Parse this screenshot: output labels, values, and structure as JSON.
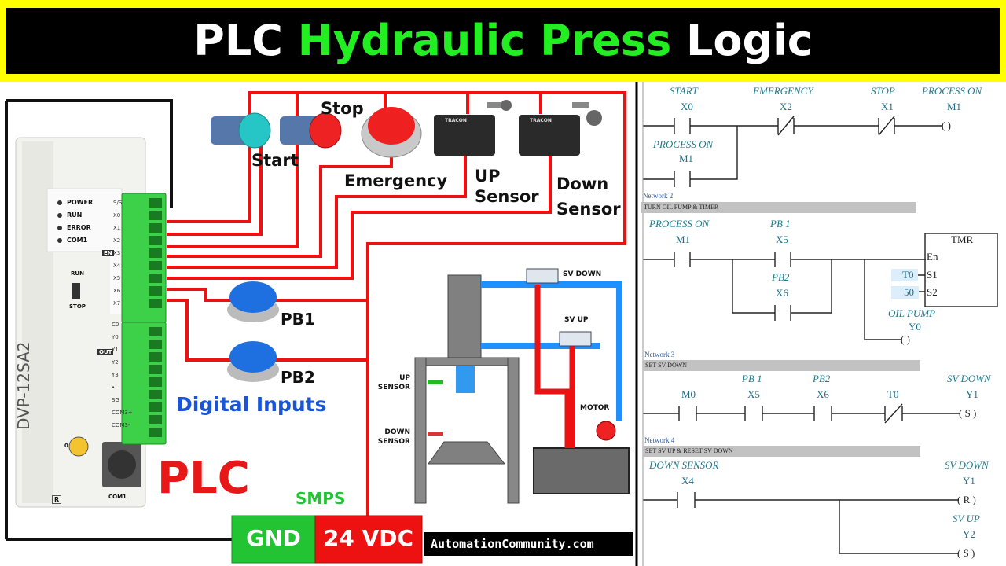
{
  "title": {
    "part1": "PLC ",
    "part2": "Hydraulic Press",
    "part3": " Logic"
  },
  "colors": {
    "title_band": "#ffff00",
    "title_bg": "#000000",
    "accent_green": "#22ee22",
    "wire_red": "#ee1111",
    "pipe_blue": "#1e90ff",
    "terminal_green": "#3dd14a"
  },
  "plc": {
    "model": "DVP-12SA2",
    "leds": [
      "POWER",
      "RUN",
      "ERROR",
      "COM1"
    ],
    "switch": [
      "RUN",
      "STOP"
    ],
    "in_terminals": [
      "S/S",
      "X0",
      "X1",
      "X2",
      "X3",
      "X4",
      "X5",
      "X6",
      "X7"
    ],
    "out_terminals": [
      "C0",
      "Y0",
      "Y1",
      "Y2",
      "Y3",
      "•",
      "SG",
      "COM3+",
      "COM3-"
    ],
    "tags": [
      "EN",
      "OUT"
    ],
    "port": "COM1",
    "mark": "R",
    "dial": "0",
    "big_label": "PLC"
  },
  "devices": {
    "start": "Start",
    "stop": "Stop",
    "emergency": "Emergency",
    "up_sensor": [
      "UP",
      "Sensor"
    ],
    "down_sensor": [
      "Down",
      "Sensor"
    ],
    "pb1": "PB1",
    "pb2": "PB2",
    "switch_brand": "TRACON"
  },
  "digital_inputs": "Digital Inputs",
  "smps": {
    "label": "SMPS",
    "gnd": "GND",
    "vdc": "24 VDC"
  },
  "press": {
    "sv_down": "SV DOWN",
    "sv_up": "SV UP",
    "up_sensor": [
      "UP",
      "SENSOR"
    ],
    "down_sensor": [
      "DOWN",
      "SENSOR"
    ],
    "motor": "MOTOR"
  },
  "watermark": "AutomationCommunity.com",
  "ladder": {
    "rung1": {
      "labels": [
        "START",
        "EMERGENCY",
        "STOP",
        "PROCESS ON"
      ],
      "addrs": [
        "X0",
        "X2",
        "X1",
        "M1"
      ],
      "branch_label": "PROCESS ON",
      "branch_addr": "M1",
      "coil": "(   )"
    },
    "net2": {
      "title": "Network 2",
      "bar": "TURN OIL PUMP & TIMER",
      "labels": [
        "PROCESS ON",
        "PB 1",
        "PB2"
      ],
      "addrs": [
        "M1",
        "X5",
        "X6"
      ],
      "tmr": "TMR",
      "pins": [
        "En",
        "S1",
        "S2"
      ],
      "t": "T0",
      "preset": "50",
      "coil_label": "OIL PUMP",
      "coil_addr": "Y0",
      "coil": "(   )"
    },
    "net3": {
      "title": "Network 3",
      "bar": "SET SV DOWN",
      "labels": [
        "PB 1",
        "PB2",
        "SV DOWN"
      ],
      "addrs": [
        "M0",
        "X5",
        "X6",
        "T0",
        "Y1"
      ],
      "coil": "( S )"
    },
    "net4": {
      "title": "Network 4",
      "bar": "SET SV UP & RESET SV DOWN",
      "labels": [
        "DOWN SENSOR",
        "SV DOWN",
        "SV UP"
      ],
      "addrs": [
        "X4",
        "Y1",
        "Y2"
      ],
      "coil_r": "( R )",
      "coil_s": "( S )"
    }
  }
}
